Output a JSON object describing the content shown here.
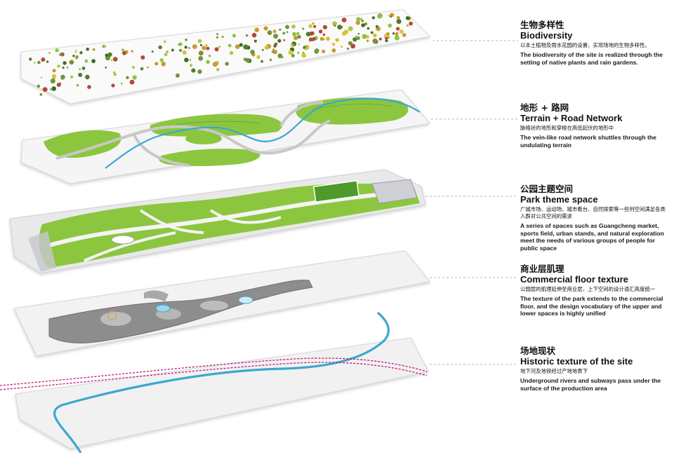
{
  "layers": [
    {
      "title_zh": "生物多样性",
      "title_en": "Biodiversity",
      "desc_zh": "以本土植物及雨水花园的设置，实现场地的生物多样性。",
      "desc_en": "The biodiversity of the site is realized through the setting of native plants and rain gardens."
    },
    {
      "title_zh": "地形 + 路网",
      "title_en": "Terrain + Road Network",
      "desc_zh": "脉络状的地形和穿梭在高低起伏的地形中",
      "desc_en": "The vein-like road network shuttles through the undulating terrain"
    },
    {
      "title_zh": "公园主题空间",
      "title_en": "Park theme space",
      "desc_zh": "广城市场、运动场、城市看台、自然探索等一些列空间满足各类人群对公共空间的需求",
      "desc_en": "A series of spaces such as Guangcheng market, sports field, urban stands, and natural exploration meet the needs of various groups of people for public space"
    },
    {
      "title_zh": "商业层肌理",
      "title_en": "Commercial floor texture",
      "desc_zh": "公园层的肌理延伸至商业层，上下空间的设计语汇高度统一",
      "desc_en": "The texture of the park extends to the commercial floor, and the design vocabulary of the upper and lower spaces is highly unified"
    },
    {
      "title_zh": "场地现状",
      "title_en": "Historic texture of the site",
      "desc_zh": "地下河及地铁经过产地地表下",
      "desc_en": "Underground rivers and subways pass under the surface of the production area"
    }
  ],
  "colors": {
    "grass": "#8cc63f",
    "grass_dark": "#5fa82a",
    "river": "#3aa8d0",
    "subway": "#c2187a",
    "road": "#c8c8c8",
    "leader": "#9a9a9a"
  }
}
